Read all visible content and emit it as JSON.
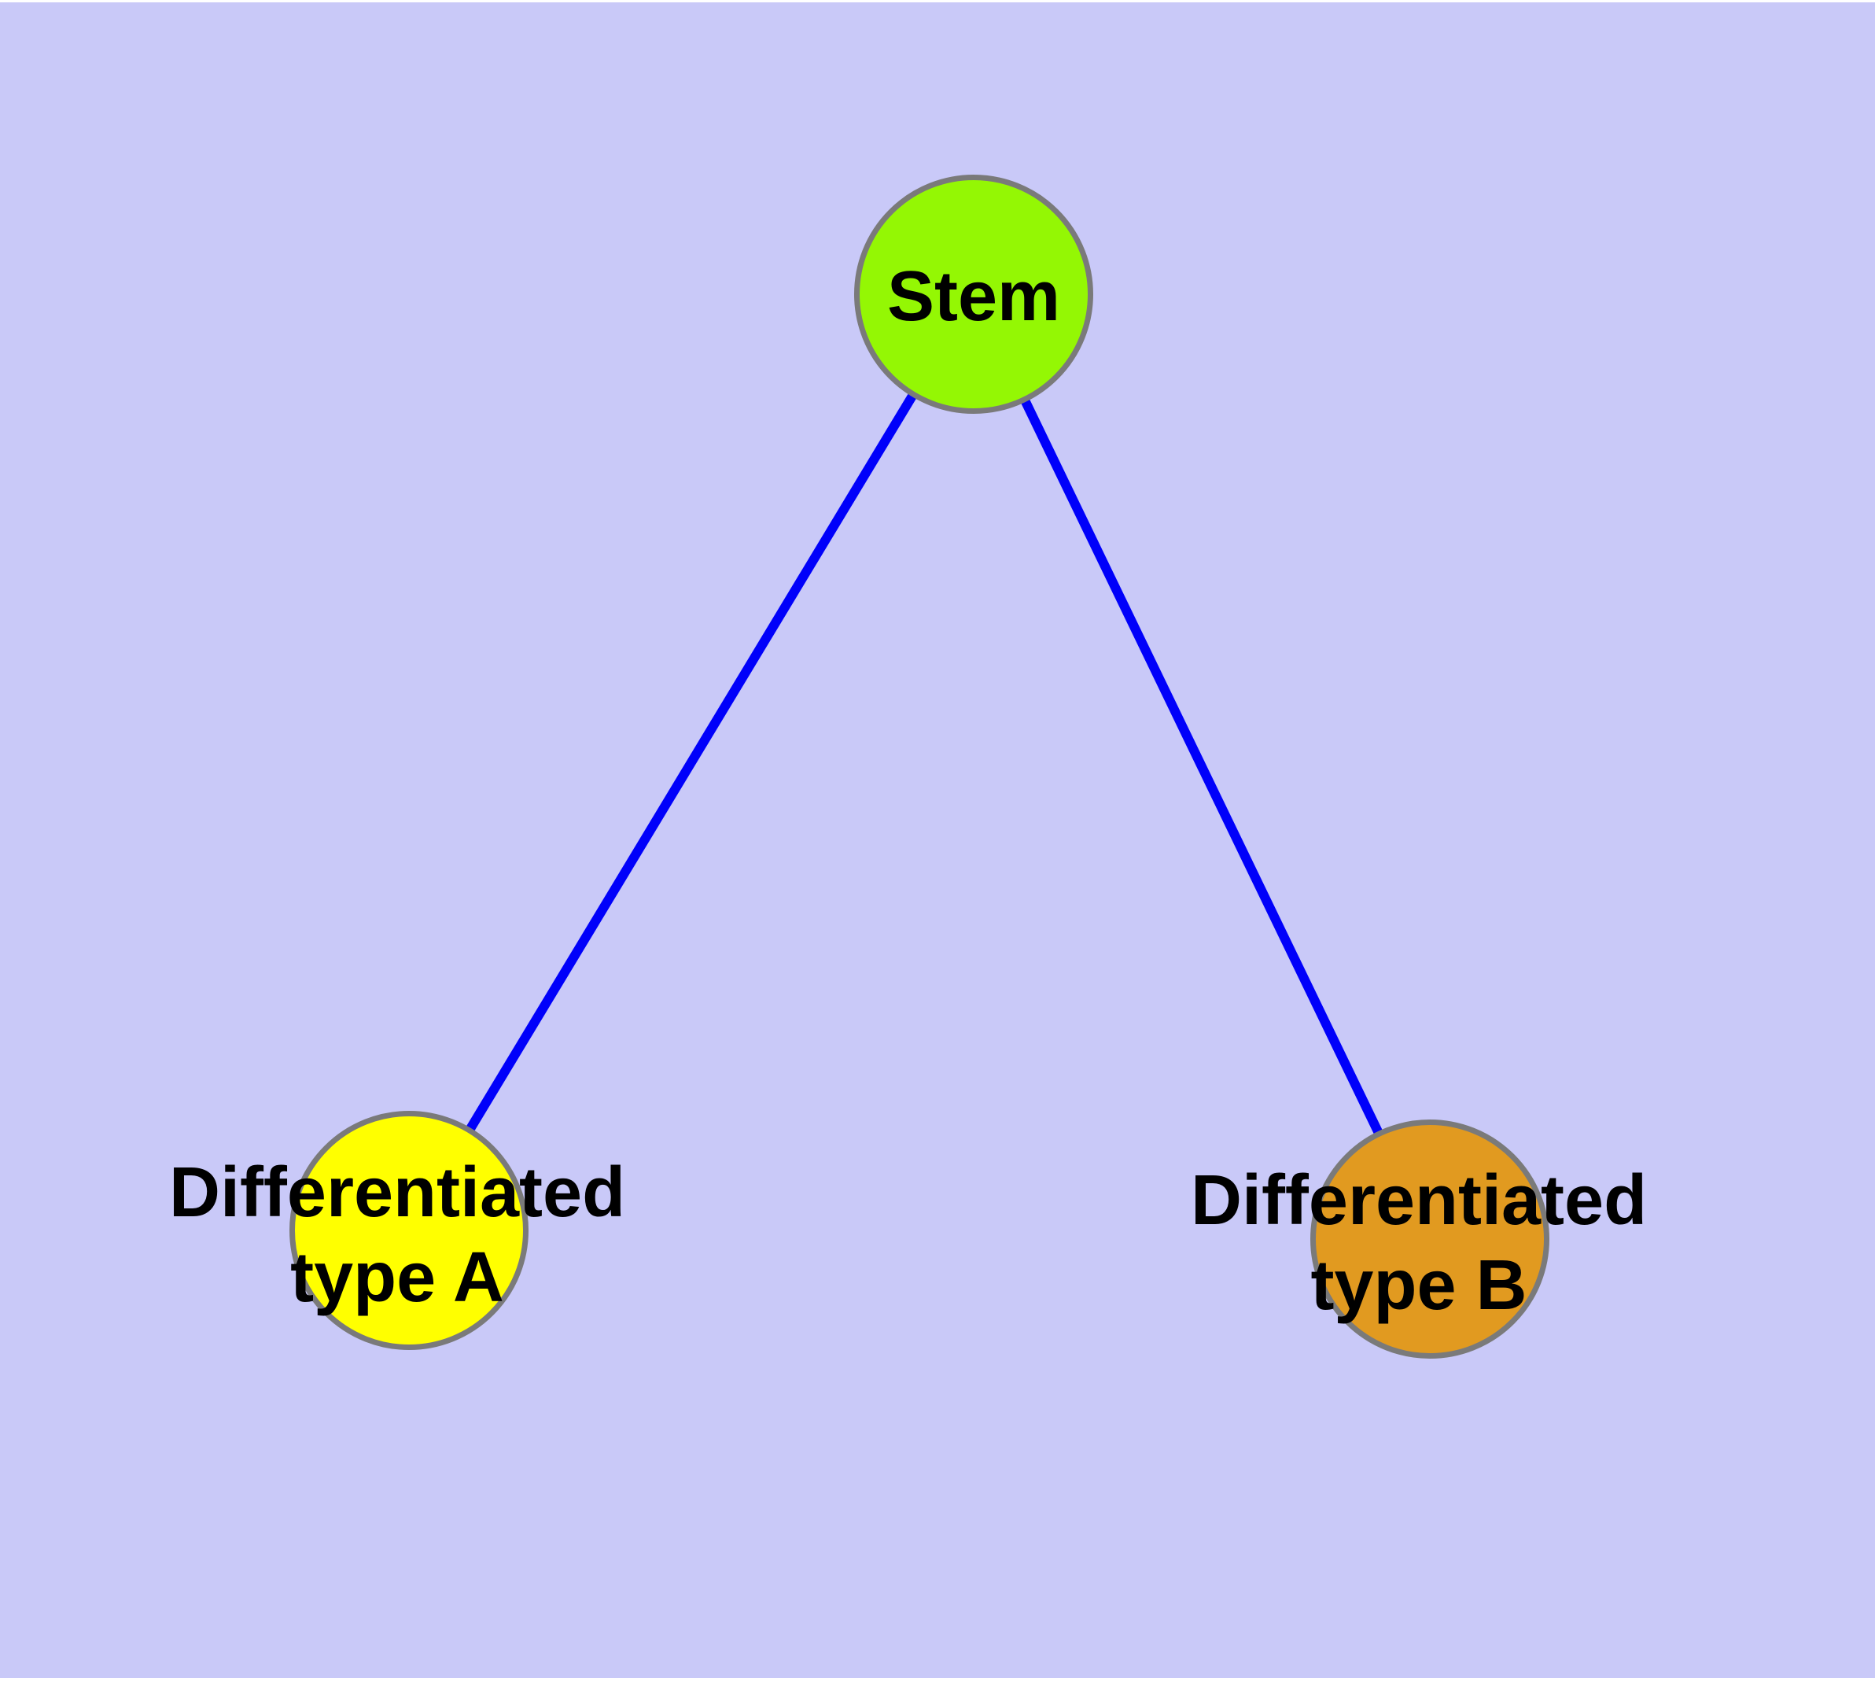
{
  "diagram": {
    "type": "node-link-graph",
    "background_color": "#C9C9F8",
    "edge_color": "#0000FA",
    "node_border_color": "#7A7A7A",
    "label_color": "#000000",
    "nodes": {
      "stem": {
        "label": "Stem",
        "fill": "#94F704",
        "shape": "circle"
      },
      "type_a": {
        "label": "Differentiated type A",
        "line1": "Differentiated",
        "line2": "type A",
        "fill": "#FFFF00",
        "shape": "circle"
      },
      "type_b": {
        "label": "Differentiated type B",
        "line1": "Differentiated",
        "line2": "type B",
        "fill": "#E19A20",
        "shape": "circle"
      }
    },
    "edges": [
      {
        "from": "Stem",
        "to": "Differentiated type A"
      },
      {
        "from": "Stem",
        "to": "Differentiated type B"
      }
    ]
  }
}
